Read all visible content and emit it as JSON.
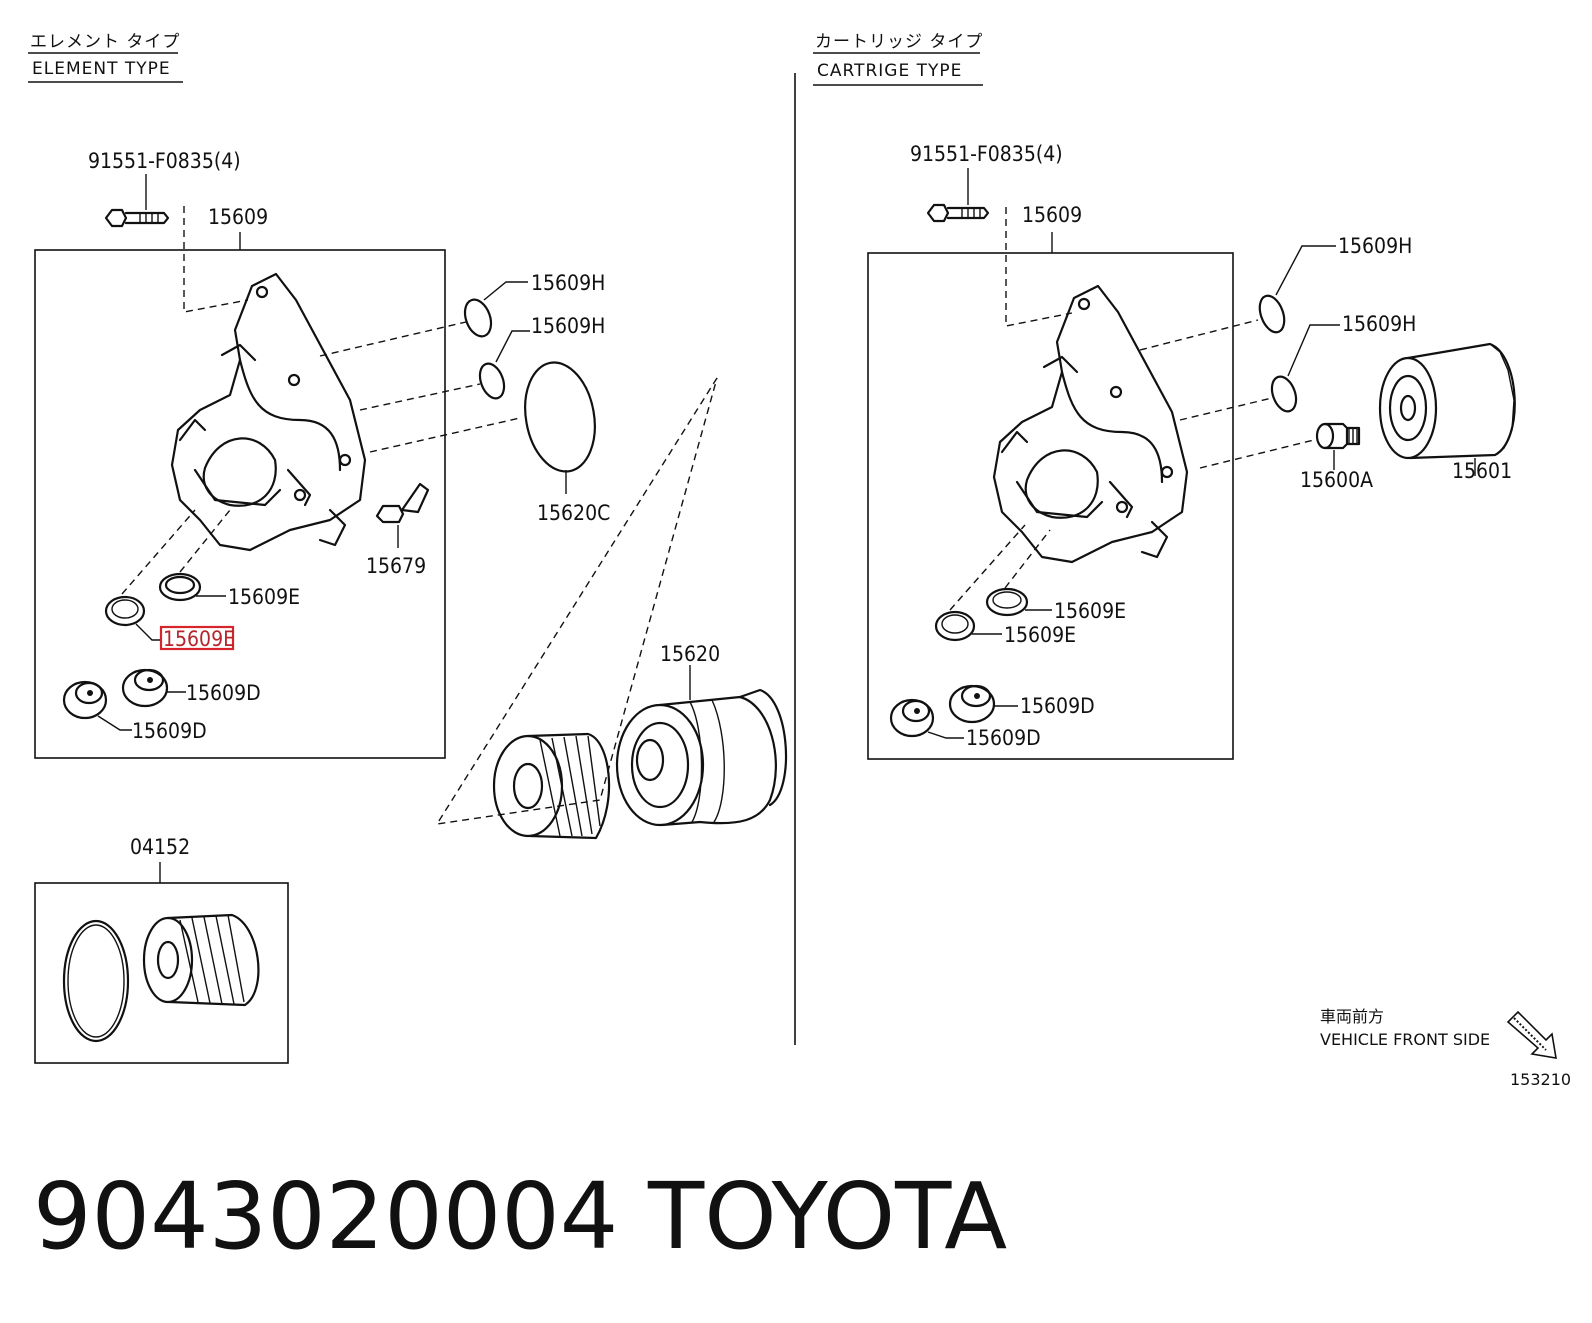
{
  "headers": {
    "element_jp": "エレメント タイプ",
    "element_en": "ELEMENT TYPE",
    "cartridge_jp": "カートリッジ タイプ",
    "cartridge_en": "CARTRIGE TYPE"
  },
  "left_labels": {
    "bolt": "91551-F0835(4)",
    "housing": "15609",
    "oring_h1": "15609H",
    "oring_h2": "15609H",
    "gasket": "15620C",
    "sensor": "15679",
    "oring_e1": "15609E",
    "oring_e2_highlighted": "15609E",
    "plug_d1": "15609D",
    "plug_d2": "15609D",
    "cap": "15620",
    "kit": "04152"
  },
  "right_labels": {
    "bolt": "91551-F0835(4)",
    "housing": "15609",
    "oring_h1": "15609H",
    "oring_h2": "15609H",
    "union": "15600A",
    "filter": "15601",
    "oring_e1": "15609E",
    "oring_e2": "15609E",
    "plug_d1": "15609D",
    "plug_d2": "15609D"
  },
  "front": {
    "jp": "車両前方",
    "en": "VEHICLE FRONT SIDE"
  },
  "figure_number": "153210",
  "footer": {
    "part_number": "9043020004",
    "brand": "TOYOTA"
  },
  "colors": {
    "line": "#111111",
    "highlight": "#d8242b"
  }
}
